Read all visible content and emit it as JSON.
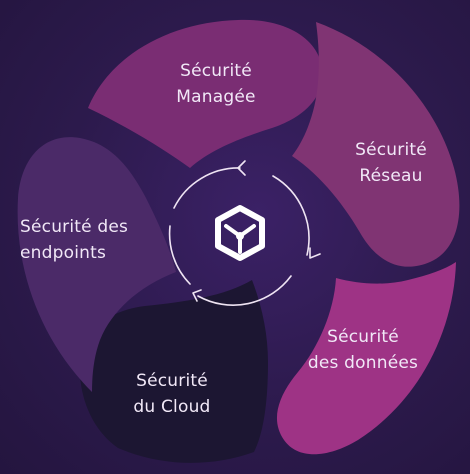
{
  "segments": [
    {
      "id": "managed",
      "line1": "Sécurité",
      "line2": "Managée",
      "color": "#7a2d73"
    },
    {
      "id": "network",
      "line1": "Sécurité",
      "line2": "Réseau",
      "color": "#803473"
    },
    {
      "id": "data",
      "line1": "Sécurité",
      "line2": "des données",
      "color": "#9e3385"
    },
    {
      "id": "cloud",
      "line1": "Sécurité",
      "line2": "du Cloud",
      "color": "#1c1632"
    },
    {
      "id": "endpoints",
      "line1": "Sécurité des",
      "line2": "endpoints",
      "color": "#4b2a68"
    }
  ],
  "center": {
    "logo_icon": "hexagon-shield-logo-icon",
    "cycle_icon": "circular-arrows-icon",
    "background_color": "#2e1a4f"
  }
}
